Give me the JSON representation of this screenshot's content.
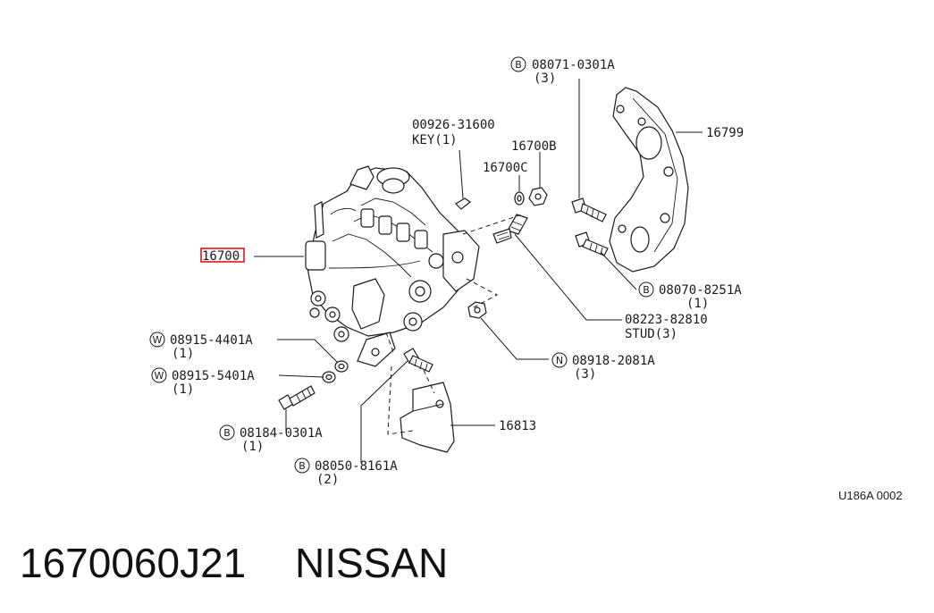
{
  "callouts": {
    "c08071": {
      "badge": "B",
      "code": "08071-0301A",
      "qty": "(3)"
    },
    "c16799": {
      "code": "16799"
    },
    "c00926": {
      "code": "00926-31600",
      "desc": "KEY(1)"
    },
    "c16700b": {
      "code": "16700B"
    },
    "c16700c": {
      "code": "16700C"
    },
    "c16700": {
      "code": "16700"
    },
    "c08070": {
      "badge": "B",
      "code": "08070-8251A",
      "qty": "(1)"
    },
    "c08223": {
      "code": "08223-82810",
      "desc": "STUD(3)"
    },
    "c08915a": {
      "badge": "W",
      "code": "08915-4401A",
      "qty": "(1)"
    },
    "c08915b": {
      "badge": "W",
      "code": "08915-5401A",
      "qty": "(1)"
    },
    "c08918": {
      "badge": "N",
      "code": "08918-2081A",
      "qty": "(3)"
    },
    "c16813": {
      "code": "16813"
    },
    "c08184": {
      "badge": "B",
      "code": "08184-0301A",
      "qty": "(1)"
    },
    "c08050": {
      "badge": "B",
      "code": "08050-8161A",
      "qty": "(2)"
    }
  },
  "diagram_code": "U186A 0002",
  "footer": {
    "part_number": "1670060J21",
    "brand": "NISSAN"
  },
  "colors": {
    "highlight": "#e0141e",
    "ink": "#1a1a1a"
  }
}
